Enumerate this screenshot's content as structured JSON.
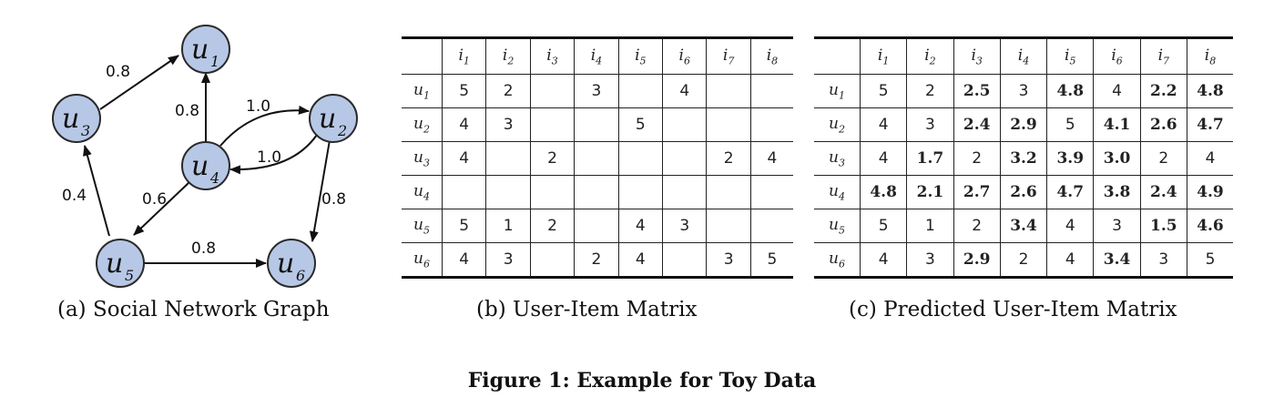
{
  "figure_title": "Figure 1: Example for Toy Data",
  "graph": {
    "caption": "(a) Social Network Graph",
    "node_letter": "u",
    "nodes": [
      "1",
      "2",
      "3",
      "4",
      "5",
      "6"
    ],
    "edges": [
      {
        "from": "u3",
        "to": "u1",
        "weight": "0.8"
      },
      {
        "from": "u4",
        "to": "u1",
        "weight": "0.8"
      },
      {
        "from": "u4",
        "to": "u2",
        "weight": "1.0"
      },
      {
        "from": "u2",
        "to": "u4",
        "weight": "1.0"
      },
      {
        "from": "u4",
        "to": "u5",
        "weight": "0.6"
      },
      {
        "from": "u5",
        "to": "u3",
        "weight": "0.4"
      },
      {
        "from": "u2",
        "to": "u6",
        "weight": "0.8"
      },
      {
        "from": "u5",
        "to": "u6",
        "weight": "0.8"
      }
    ]
  },
  "matrix_b": {
    "caption": "(b) User-Item Matrix",
    "col_letter": "i",
    "row_letter": "u",
    "cols": [
      "1",
      "2",
      "3",
      "4",
      "5",
      "6",
      "7",
      "8"
    ],
    "rows": [
      {
        "sub": "1",
        "cells": [
          "5",
          "2",
          "",
          "3",
          "",
          "4",
          "",
          ""
        ]
      },
      {
        "sub": "2",
        "cells": [
          "4",
          "3",
          "",
          "",
          "5",
          "",
          "",
          ""
        ]
      },
      {
        "sub": "3",
        "cells": [
          "4",
          "",
          "2",
          "",
          "",
          "",
          "2",
          "4"
        ]
      },
      {
        "sub": "4",
        "cells": [
          "",
          "",
          "",
          "",
          "",
          "",
          "",
          ""
        ]
      },
      {
        "sub": "5",
        "cells": [
          "5",
          "1",
          "2",
          "",
          "4",
          "3",
          "",
          ""
        ]
      },
      {
        "sub": "6",
        "cells": [
          "4",
          "3",
          "",
          "2",
          "4",
          "",
          "3",
          "5"
        ]
      }
    ]
  },
  "matrix_c": {
    "caption": "(c) Predicted User-Item Matrix",
    "col_letter": "i",
    "row_letter": "u",
    "cols": [
      "1",
      "2",
      "3",
      "4",
      "5",
      "6",
      "7",
      "8"
    ],
    "rows": [
      {
        "sub": "1",
        "cells": [
          "5",
          "2",
          "2.5",
          "3",
          "4.8",
          "4",
          "2.2",
          "4.8"
        ],
        "predicted": [
          false,
          false,
          true,
          false,
          true,
          false,
          true,
          true
        ]
      },
      {
        "sub": "2",
        "cells": [
          "4",
          "3",
          "2.4",
          "2.9",
          "5",
          "4.1",
          "2.6",
          "4.7"
        ],
        "predicted": [
          false,
          false,
          true,
          true,
          false,
          true,
          true,
          true
        ]
      },
      {
        "sub": "3",
        "cells": [
          "4",
          "1.7",
          "2",
          "3.2",
          "3.9",
          "3.0",
          "2",
          "4"
        ],
        "predicted": [
          false,
          true,
          false,
          true,
          true,
          true,
          false,
          false
        ]
      },
      {
        "sub": "4",
        "cells": [
          "4.8",
          "2.1",
          "2.7",
          "2.6",
          "4.7",
          "3.8",
          "2.4",
          "4.9"
        ],
        "predicted": [
          true,
          true,
          true,
          true,
          true,
          true,
          true,
          true
        ]
      },
      {
        "sub": "5",
        "cells": [
          "5",
          "1",
          "2",
          "3.4",
          "4",
          "3",
          "1.5",
          "4.6"
        ],
        "predicted": [
          false,
          false,
          false,
          true,
          false,
          false,
          true,
          true
        ]
      },
      {
        "sub": "6",
        "cells": [
          "4",
          "3",
          "2.9",
          "2",
          "4",
          "3.4",
          "3",
          "5"
        ],
        "predicted": [
          false,
          false,
          true,
          false,
          false,
          true,
          false,
          false
        ]
      }
    ]
  },
  "colors": {
    "node_fill": "#b7c8e6",
    "line": "#111111"
  }
}
